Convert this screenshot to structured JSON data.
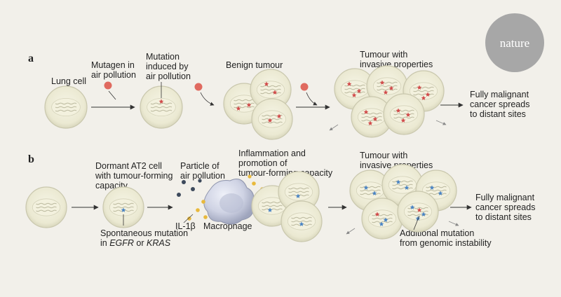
{
  "brand": {
    "name": "nature"
  },
  "panels": {
    "a": {
      "letter": "a",
      "labels": [
        [
          "Lung cell"
        ],
        [
          "Mutagen in",
          "air pollution"
        ],
        [
          "Mutation",
          "induced by",
          "air pollution"
        ],
        [
          "Benign tumour"
        ],
        [
          "Tumour with",
          "invasive properties"
        ],
        [
          "Fully malignant",
          "cancer spreads",
          "to distant sites"
        ]
      ]
    },
    "b": {
      "letter": "b",
      "labels": [
        [
          "Dormant AT2 cell",
          "with tumour-forming",
          "capacity"
        ],
        [
          "Particle of",
          "air pollution"
        ],
        [
          "Inflammation and",
          "promotion of",
          "tumour-forming capacity"
        ],
        [
          "Tumour with",
          "invasive properties"
        ],
        [
          "Fully malignant",
          "cancer spreads",
          "to distant sites"
        ],
        [
          "IL-1β"
        ],
        [
          "Macrophage"
        ],
        [
          "Spontaneous mutation",
          "in EGFR or KRAS"
        ],
        [
          "Additional mutation",
          "from genomic instability"
        ]
      ]
    }
  },
  "colors": {
    "background": "#f2f0ea",
    "cell_fill": "#ecebd6",
    "cell_stroke": "#c9c7ad",
    "mutagen": "#e06a5f",
    "mutation_star": "#d14a4a",
    "egfr_star": "#4a84c4",
    "particle": "#3d4a5c",
    "cytokine": "#e8b93c",
    "macrophage": "#c8cde0",
    "arrow": "#333333",
    "brand_circle": "#a7a7a7"
  }
}
